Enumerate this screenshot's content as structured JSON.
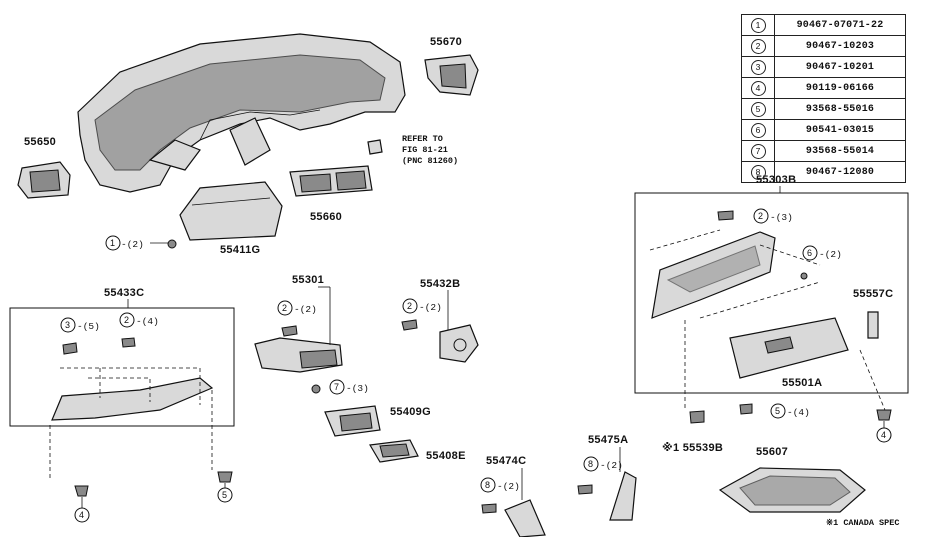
{
  "legend": [
    {
      "num": "1",
      "part": "90467-07071-22"
    },
    {
      "num": "2",
      "part": "90467-10203"
    },
    {
      "num": "3",
      "part": "90467-10201"
    },
    {
      "num": "4",
      "part": "90119-06166"
    },
    {
      "num": "5",
      "part": "93568-55016"
    },
    {
      "num": "6",
      "part": "90541-03015"
    },
    {
      "num": "7",
      "part": "93568-55014"
    },
    {
      "num": "8",
      "part": "90467-12080"
    }
  ],
  "labels": {
    "p55670": "55670",
    "p55650": "55650",
    "p55660": "55660",
    "p55411g": "55411G",
    "p55433c": "55433C",
    "p55301": "55301",
    "p55432b": "55432B",
    "p55409g": "55409G",
    "p55408e": "55408E",
    "p55474c": "55474C",
    "p55475a": "55475A",
    "p55303b": "55303B",
    "p55557c": "55557C",
    "p55501a": "55501A",
    "p55539b": "※1 55539B",
    "p55607": "55607"
  },
  "refer": [
    "REFER TO",
    "FIG 81-21",
    "(PNC 81260)"
  ],
  "footnote": "※1 CANADA SPEC",
  "callouts": {
    "c1": {
      "num": "1",
      "qty": "-(2)"
    },
    "c2a": {
      "num": "2",
      "qty": "-(4)"
    },
    "c3a": {
      "num": "3",
      "qty": "-(5)"
    },
    "c2b": {
      "num": "2",
      "qty": "-(2)"
    },
    "c2c": {
      "num": "2",
      "qty": "-(2)"
    },
    "c7": {
      "num": "7",
      "qty": "-(3)"
    },
    "c2d": {
      "num": "2",
      "qty": "-(3)"
    },
    "c6": {
      "num": "6",
      "qty": "-(2)"
    },
    "c5a": {
      "num": "5",
      "qty": "-(4)"
    },
    "c8a": {
      "num": "8",
      "qty": "-(2)"
    },
    "c8b": {
      "num": "8",
      "qty": "-(2)"
    },
    "c4a": {
      "num": "4",
      "qty": ""
    },
    "c5b": {
      "num": "5",
      "qty": ""
    },
    "c4b": {
      "num": "4",
      "qty": ""
    }
  }
}
